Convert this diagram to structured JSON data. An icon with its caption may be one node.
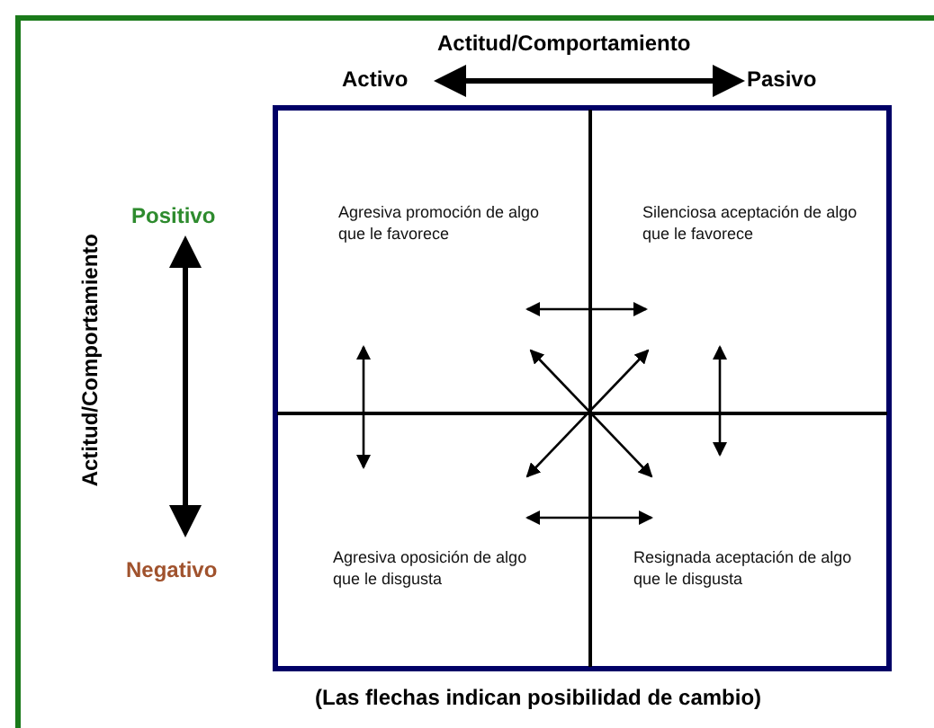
{
  "diagram": {
    "caption": "(Las flechas indican posibilidad de cambio)",
    "nodes": [
      {
        "text": [
          "Agresiva promoción de algo que le favorece"
        ]
      },
      {
        "text": [
          "Silenciosa aceptación de algo que le favorece"
        ]
      },
      {
        "text": [
          "Agresiva oposición de algo que le disgusta"
        ]
      },
      {
        "text": [
          "Resignada aceptación de algo que le disgusta"
        ]
      }
    ],
    "edges": [
      {
        "from": 0,
        "to": 1,
        "arrow": "both"
      },
      {
        "from": 0,
        "to": 2,
        "arrow": "both"
      },
      {
        "from": 1,
        "to": 3,
        "arrow": "both"
      },
      {
        "from": 0,
        "to": 3,
        "arrow": "both"
      },
      {
        "from": 1,
        "to": 2,
        "arrow": "both"
      },
      {
        "from": 2,
        "to": 3,
        "arrow": "both"
      }
    ],
    "labels": [
      "Actitud/Comportamiento",
      "Activo",
      "Pasivo",
      "Positivo",
      "Actitud/Comportamiento",
      "Negativo"
    ]
  }
}
